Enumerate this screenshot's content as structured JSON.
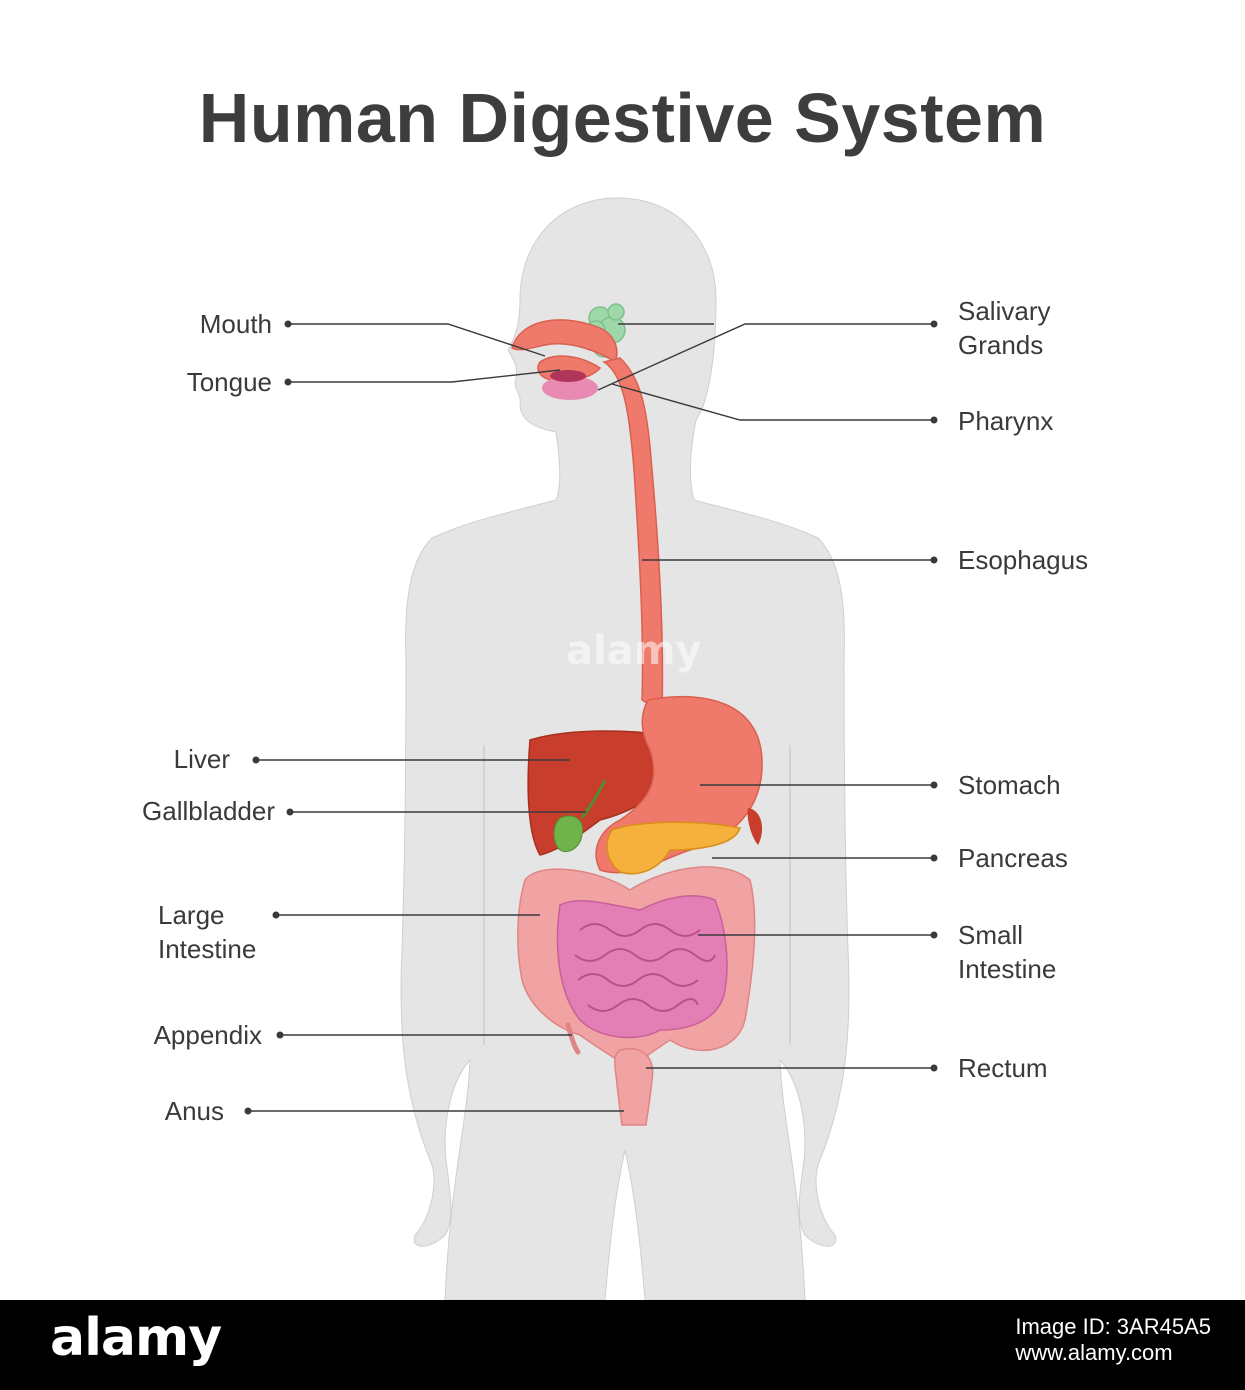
{
  "title": "Human Digestive System",
  "labels": {
    "mouth": "Mouth",
    "tongue": "Tongue",
    "liver": "Liver",
    "gallbladder": "Gallbladder",
    "large_intestine_1": "Large",
    "large_intestine_2": "Intestine",
    "appendix": "Appendix",
    "anus": "Anus",
    "salivary_1": "Salivary",
    "salivary_2": "Grands",
    "pharynx": "Pharynx",
    "esophagus": "Esophagus",
    "stomach": "Stomach",
    "pancreas": "Pancreas",
    "small_intestine_1": "Small",
    "small_intestine_2": "Intestine",
    "rectum": "Rectum"
  },
  "watermark": "alamy",
  "footer": {
    "logo": "alamy",
    "image_id": "Image ID: 3AR45A5",
    "site": "www.alamy.com"
  },
  "colors": {
    "body": "#e6e5e6",
    "esophagus": "#ef7a6b",
    "liver": "#c93d2c",
    "gallbladder": "#6fb34a",
    "pancreas": "#f6b13c",
    "small_intestine": "#e47fb5",
    "large_intestine": "#f1a2a2",
    "salivary": "#9fd8a8",
    "line": "#3a3a3c"
  }
}
